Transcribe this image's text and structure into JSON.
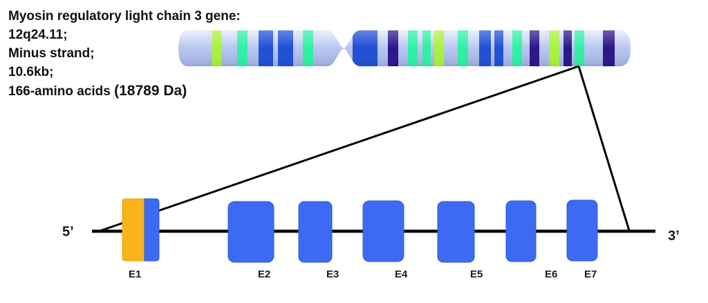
{
  "info": {
    "gene_title": "Myosin regulatory light chain 3 gene:",
    "locus": "12q24.11;",
    "strand": "Minus strand;",
    "size": "10.6kb;",
    "protein": "166-amino acids (18789 Da)"
  },
  "ends": {
    "five_prime": "5’",
    "three_prime": "3’"
  },
  "exons": [
    "E1",
    "E2",
    "E3",
    "E4",
    "E5",
    "E6",
    "E7"
  ],
  "colors": {
    "exon_blue": "#3d6af2",
    "utr_orange": "#fbb31b",
    "chromosome_base": "#b9c8ef",
    "band_blue": "#1f4fd6",
    "band_navy": "#2a158a",
    "band_green": "#2ef0a4",
    "band_lime": "#a8f23a",
    "line": "#000000"
  }
}
